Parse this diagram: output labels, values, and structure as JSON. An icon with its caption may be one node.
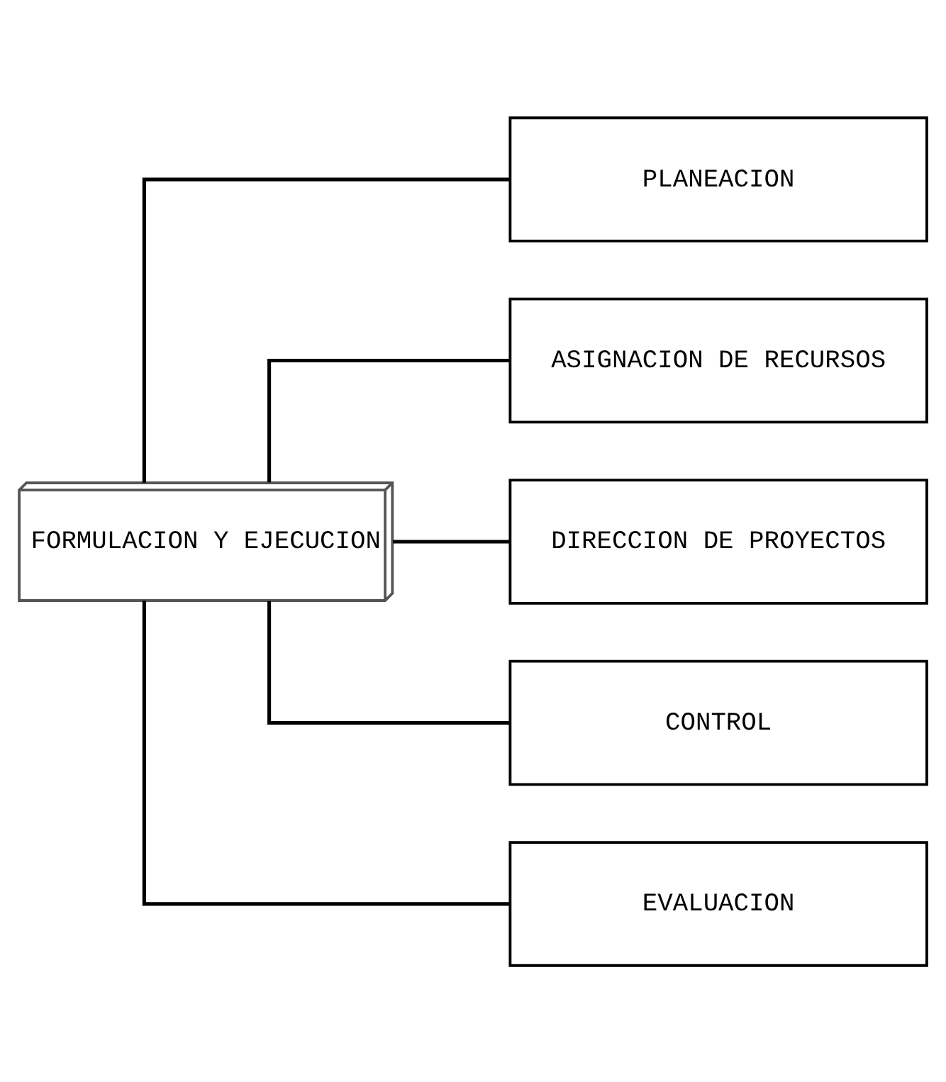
{
  "diagram": {
    "nodes": [
      {
        "text": [
          "FORMULACION Y EJECUCION"
        ]
      },
      {
        "text": [
          "PLANEACION"
        ]
      },
      {
        "text": [
          "ASIGNACION DE RECURSOS"
        ]
      },
      {
        "text": [
          "DIRECCION DE PROYECTOS"
        ]
      },
      {
        "text": [
          "CONTROL"
        ]
      },
      {
        "text": [
          "EVALUACION"
        ]
      }
    ],
    "edges": [
      {
        "from": 0,
        "to": 1,
        "arrow": "none"
      },
      {
        "from": 0,
        "to": 2,
        "arrow": "none"
      },
      {
        "from": 0,
        "to": 3,
        "arrow": "none"
      },
      {
        "from": 0,
        "to": 4,
        "arrow": "none"
      },
      {
        "from": 0,
        "to": 5,
        "arrow": "none"
      }
    ]
  }
}
